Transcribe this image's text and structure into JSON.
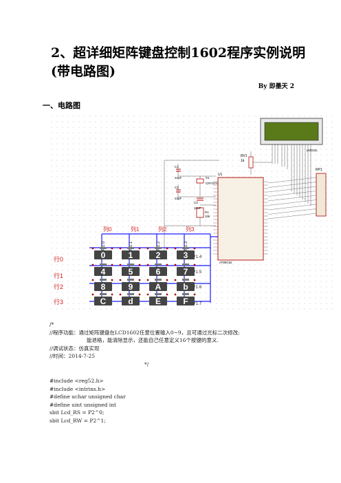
{
  "title": "2、超详细矩阵键盘控制1602程序实例说明(带电路图)",
  "byline": "By  即墨天 2",
  "section_heading": "一、电路图",
  "schematic": {
    "lcd_label": "LM016L",
    "pot_label": "RV1",
    "pot_value": "1k",
    "mcu_label": "U1",
    "mcu_part": "AT89C52",
    "crystal_label": "X1",
    "crystal_value": "CRYSTAL",
    "cap1_label": "C1",
    "cap1_value": "22pF",
    "cap2_label": "C2",
    "cap2_value": "22pF",
    "cap3_label": "C3",
    "cap3_value": "10uF",
    "res_label": "R1",
    "res_value": "10k",
    "rp_label": "RP1",
    "column_labels": [
      "列0",
      "列1",
      "列2",
      "列3"
    ],
    "row_labels": [
      "行0",
      "行1",
      "行2",
      "行3"
    ],
    "col_pins": [
      "P1.0",
      "P1.1",
      "P1.2",
      "P1.3"
    ],
    "row_pins": [
      "P1.4",
      "P1.5",
      "P1.6",
      "P1.7"
    ],
    "keys": [
      "0",
      "1",
      "2",
      "3",
      "4",
      "5",
      "6",
      "7",
      "8",
      "9",
      "A",
      "b",
      "C",
      "d",
      "E",
      "F"
    ],
    "icon": "circuit-schematic"
  },
  "code": {
    "comment_open": "/*",
    "function_line": "//程序功能：通过矩阵键盘在LCD1602任意位置输入0~9，且可通过光标二次修改;",
    "function_line2": "能退格，能清除显示，还能自己任意定义16个按键的意义.",
    "status_line": "//调试状态：仿真实现",
    "time_line": "//时间：2014-7-25",
    "comment_close": "*/",
    "include1": "#include <reg52.h>",
    "include2": "#include <intrins.h>",
    "define1": "#define uchar unsigned char",
    "define2": "#define uint unsigned int",
    "sbit1": "sbit Lcd_RS = P2^0;",
    "sbit2": "sbit Lcd_RW = P2^1;"
  },
  "colors": {
    "lcd_screen": "#5a7a1a",
    "key": "#444444",
    "wire_blue": "#1a1aff",
    "label_red": "#d42020",
    "component_red": "#b00000"
  }
}
